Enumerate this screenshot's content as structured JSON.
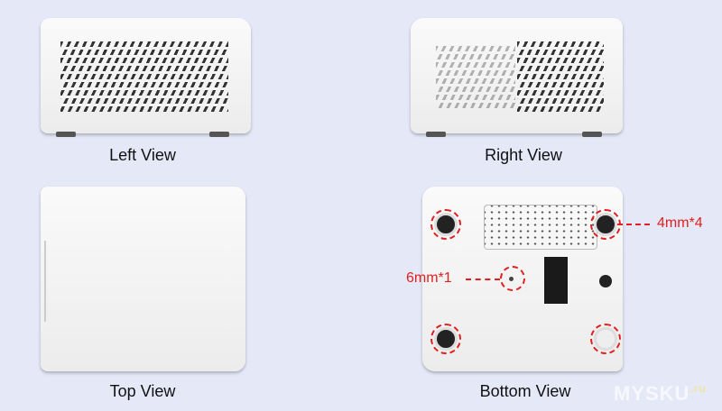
{
  "views": {
    "left": "Left View",
    "right": "Right View",
    "top": "Top View",
    "bottom": "Bottom View"
  },
  "annotations": {
    "feet": "4mm*4",
    "center": "6mm*1"
  },
  "watermark": {
    "text": "MYSKU",
    "suffix": ".ru"
  }
}
